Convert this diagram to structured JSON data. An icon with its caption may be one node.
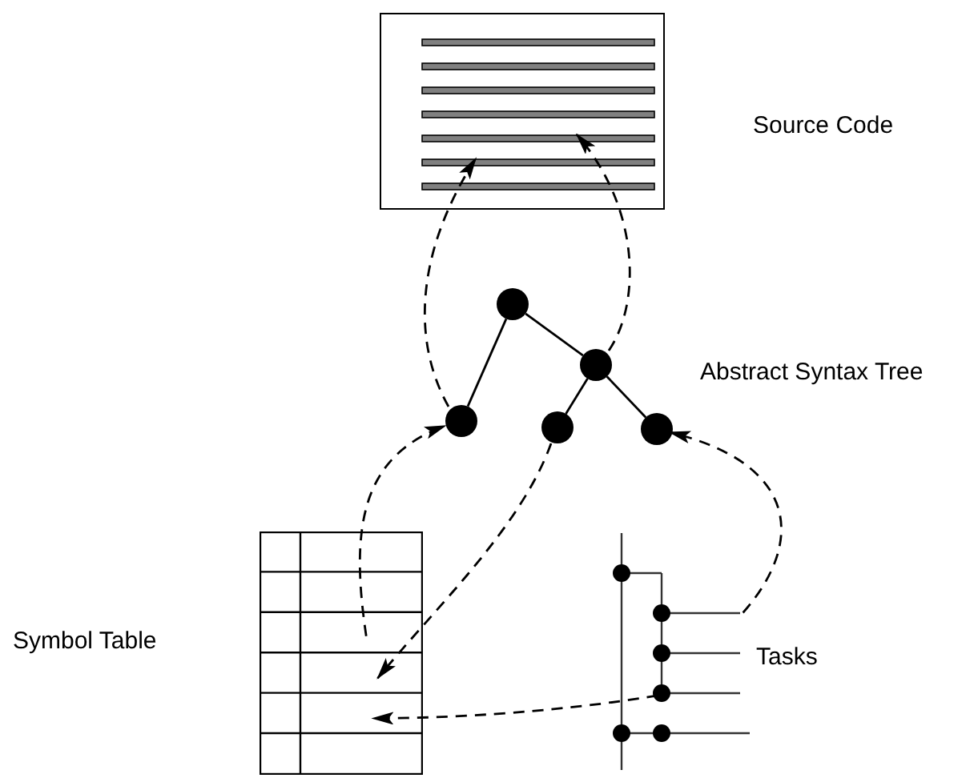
{
  "diagram": {
    "nodes": [
      {
        "text": [
          "Source Code"
        ]
      },
      {
        "text": [],
        "shape": "circle"
      },
      {
        "text": [],
        "shape": "circle"
      },
      {
        "text": [],
        "shape": "circle"
      },
      {
        "text": [],
        "shape": "circle"
      },
      {
        "text": [],
        "shape": "circle"
      },
      {
        "text": [
          "Symbol Table"
        ]
      },
      {
        "text": [
          "Tasks"
        ]
      }
    ],
    "edges": [
      {
        "from": 1,
        "to": 3,
        "arrow": "none"
      },
      {
        "from": 1,
        "to": 2,
        "arrow": "none"
      },
      {
        "from": 2,
        "to": 4,
        "arrow": "none"
      },
      {
        "from": 2,
        "to": 5,
        "arrow": "none"
      },
      {
        "from": 3,
        "to": 0,
        "arrow": "to",
        "style": "dashed"
      },
      {
        "from": 2,
        "to": 0,
        "arrow": "to",
        "style": "dashed"
      },
      {
        "from": 6,
        "to": 3,
        "arrow": "to",
        "style": "dashed"
      },
      {
        "from": 4,
        "to": 6,
        "arrow": "to",
        "style": "dashed"
      },
      {
        "from": 7,
        "to": 5,
        "arrow": "to",
        "style": "dashed"
      },
      {
        "from": 7,
        "to": 6,
        "arrow": "to",
        "style": "dashed"
      }
    ],
    "labels": [
      "Abstract Syntax Tree"
    ]
  }
}
